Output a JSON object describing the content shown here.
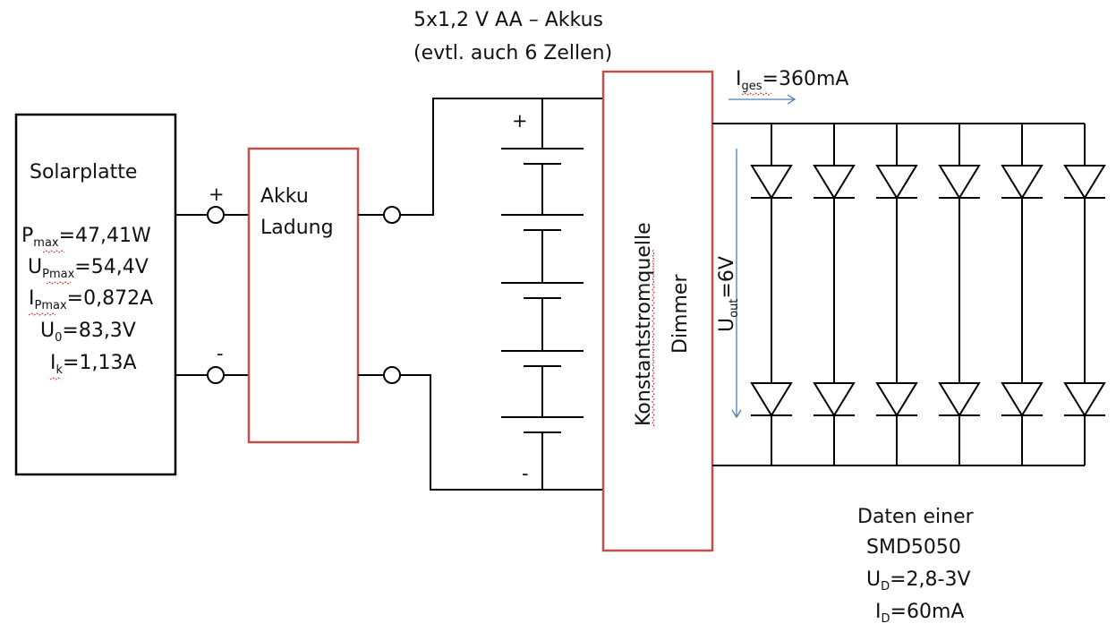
{
  "battery": {
    "title_line1": "5x1,2 V AA – Akkus",
    "title_line2": "(evtl. auch 6 Zellen)",
    "plus": "+",
    "minus": "-"
  },
  "solar": {
    "title": "Solarplatte",
    "pmax": {
      "main": "P",
      "sub": "max",
      "value": "=47,41W"
    },
    "upmax": {
      "main": "U",
      "sub": "Pmax",
      "value": "=54,4V"
    },
    "ipmax": {
      "main": "I",
      "sub": "Pmax",
      "value": "=0,872A"
    },
    "u0": {
      "main": "U",
      "sub": "0",
      "value": "=83,3V"
    },
    "ik": {
      "main": "I",
      "sub": "k",
      "value": "=1,13A"
    },
    "plus": "+",
    "minus": "-"
  },
  "charger": {
    "line1": "Akku",
    "line2": "Ladung"
  },
  "dimmer": {
    "line1": "Konstantstromquelle",
    "line2": "Dimmer"
  },
  "current": {
    "main": "I",
    "sub": "ges",
    "value": "=360mA"
  },
  "voltage": {
    "main": "U",
    "sub": "out",
    "value": "=6V"
  },
  "led_info": {
    "line1": "Daten einer",
    "line2": "SMD5050",
    "ud": {
      "main": "U",
      "sub": "D",
      "value": "=2,8-3V"
    },
    "id": {
      "main": "I",
      "sub": "D",
      "value": "=60mA"
    }
  },
  "led_columns": 6,
  "led_rows": 2
}
